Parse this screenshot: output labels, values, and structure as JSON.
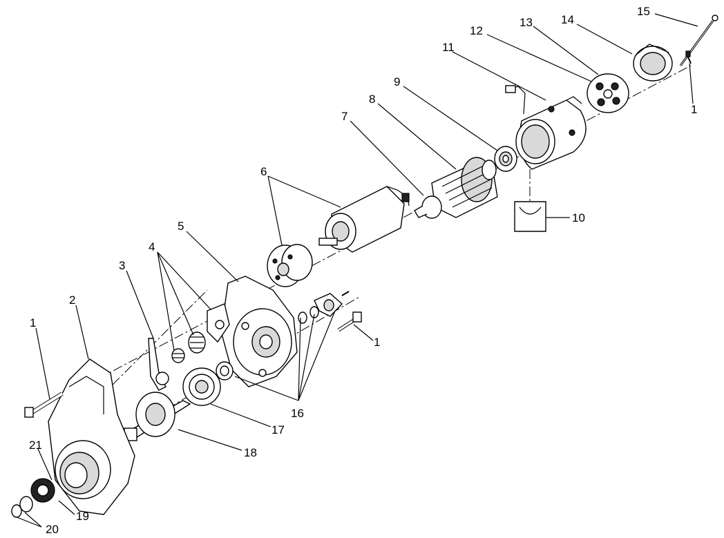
{
  "diagram": {
    "callouts": [
      {
        "id": "c15",
        "text": "15"
      },
      {
        "id": "c14",
        "text": "14"
      },
      {
        "id": "c13",
        "text": "13"
      },
      {
        "id": "c12",
        "text": "12"
      },
      {
        "id": "c11",
        "text": "11"
      },
      {
        "id": "c1a",
        "text": "1"
      },
      {
        "id": "c9",
        "text": "9"
      },
      {
        "id": "c8",
        "text": "8"
      },
      {
        "id": "c7",
        "text": "7"
      },
      {
        "id": "c6",
        "text": "6"
      },
      {
        "id": "c10",
        "text": "10"
      },
      {
        "id": "c5",
        "text": "5"
      },
      {
        "id": "c4",
        "text": "4"
      },
      {
        "id": "c3",
        "text": "3"
      },
      {
        "id": "c2",
        "text": "2"
      },
      {
        "id": "c1b",
        "text": "1"
      },
      {
        "id": "c1c",
        "text": "1"
      },
      {
        "id": "c16",
        "text": "16"
      },
      {
        "id": "c17",
        "text": "17"
      },
      {
        "id": "c18",
        "text": "18"
      },
      {
        "id": "c21",
        "text": "21"
      },
      {
        "id": "c19",
        "text": "19"
      },
      {
        "id": "c20",
        "text": "20"
      }
    ]
  }
}
